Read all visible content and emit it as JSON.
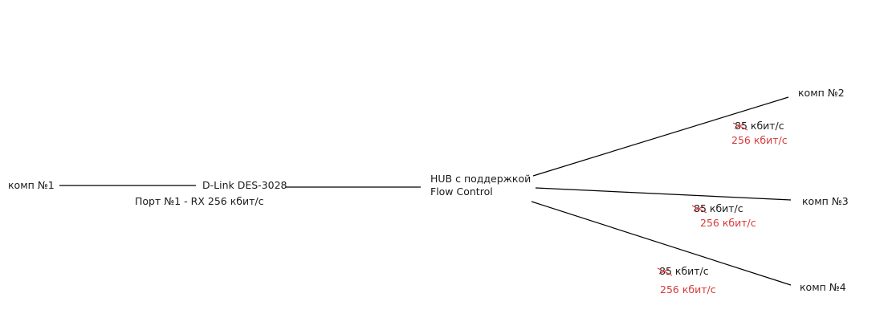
{
  "nodes": {
    "pc1": "комп №1",
    "switch": "D-Link DES-3028",
    "port": "Порт №1  -  RX 256 кбит/с",
    "hub_line1": "HUB с поддержкой",
    "hub_line2": "Flow Control",
    "pc2": "комп №2",
    "pc3": "комп №3",
    "pc4": "комп №4"
  },
  "links": {
    "pc2": {
      "old_value": "85",
      "old_unit": "кбит/с",
      "new_rate": "256 кбит/с"
    },
    "pc3": {
      "old_value": "85",
      "old_unit": "кбит/с",
      "new_rate": "256 кбит/с"
    },
    "pc4": {
      "old_value": "85",
      "old_unit": "кбит/с",
      "new_rate": "256 кбит/с"
    }
  },
  "colors": {
    "line": "#000000",
    "text": "#1a1a1a",
    "correction": "#d63a3a"
  }
}
